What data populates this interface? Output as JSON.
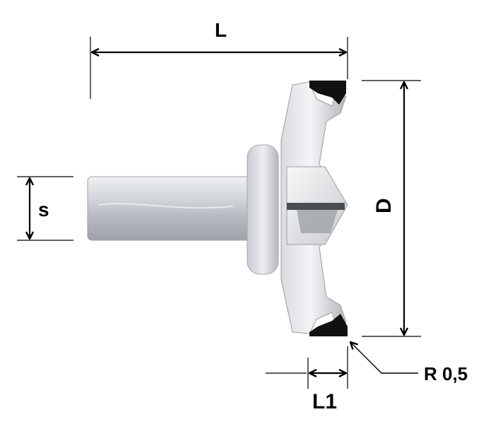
{
  "labels": {
    "length": "L",
    "shank_diameter": "s",
    "diameter": "D",
    "cutting_width": "L1",
    "radius": "R 0,5"
  },
  "colors": {
    "line": "#000000",
    "steel_light": "#e6e7ea",
    "steel_mid": "#c4c7cc",
    "steel_dark": "#8d9098",
    "insert": "#111111"
  }
}
